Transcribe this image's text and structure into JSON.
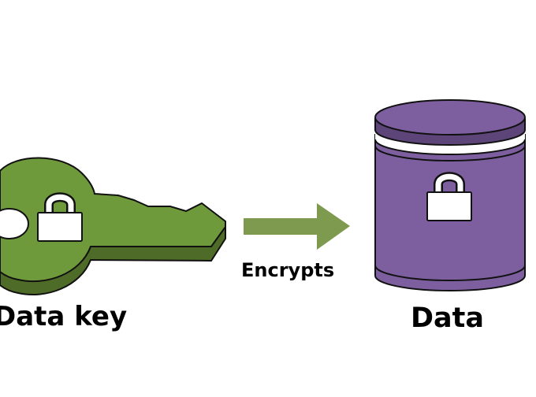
{
  "diagram": {
    "key_label": "Data key",
    "action_label": "Encrypts",
    "target_label": "Data"
  },
  "colors": {
    "key_fill": "#6f9a3b",
    "key_shadow": "#4c6b25",
    "arrow_fill": "#7d9a4e",
    "cylinder_fill": "#7d5f9f",
    "cylinder_dark": "#5d4479",
    "lock_fill": "#ffffff",
    "outline": "#111111"
  },
  "icons": {
    "key": "key-icon",
    "arrow": "right-arrow-icon",
    "database": "database-cylinder-icon",
    "lock": "padlock-icon"
  }
}
